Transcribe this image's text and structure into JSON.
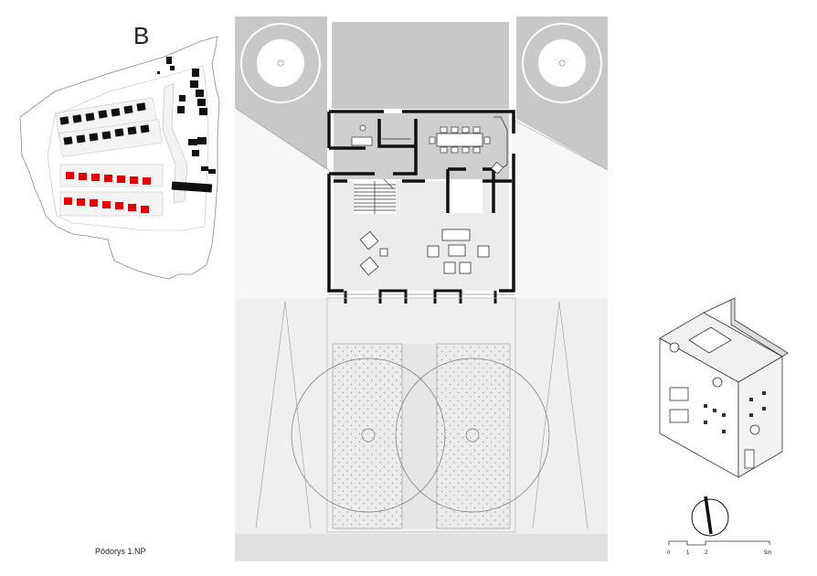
{
  "site_plan": {
    "label": "B"
  },
  "caption": "Pôdorys 1.NP",
  "scale_bar": {
    "ticks": [
      "0",
      "1",
      "2",
      "5m"
    ]
  },
  "colors": {
    "roof_gray": "#c8c8c8",
    "wall": "#111111",
    "highlight": "#e00000",
    "ground": "#efefef",
    "paving": "#e9e9e9"
  }
}
